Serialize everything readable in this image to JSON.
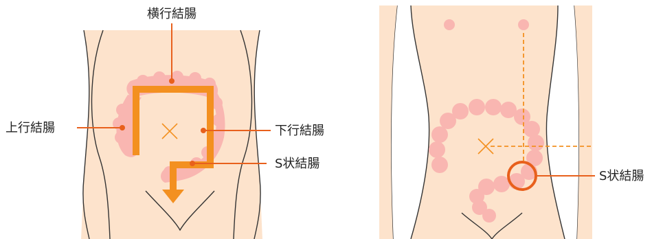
{
  "left_panel": {
    "labels": {
      "transverse": "横行結腸",
      "ascending": "上行結腸",
      "descending": "下行結腸",
      "sigmoid": "S状結腸"
    }
  },
  "right_panel": {
    "labels": {
      "sigmoid": "S状結腸"
    }
  },
  "colors": {
    "skin": "#fde3cc",
    "outline": "#333333",
    "colon": "#f9b6b1",
    "accent": "#f39020",
    "leader": "#e8601c"
  }
}
